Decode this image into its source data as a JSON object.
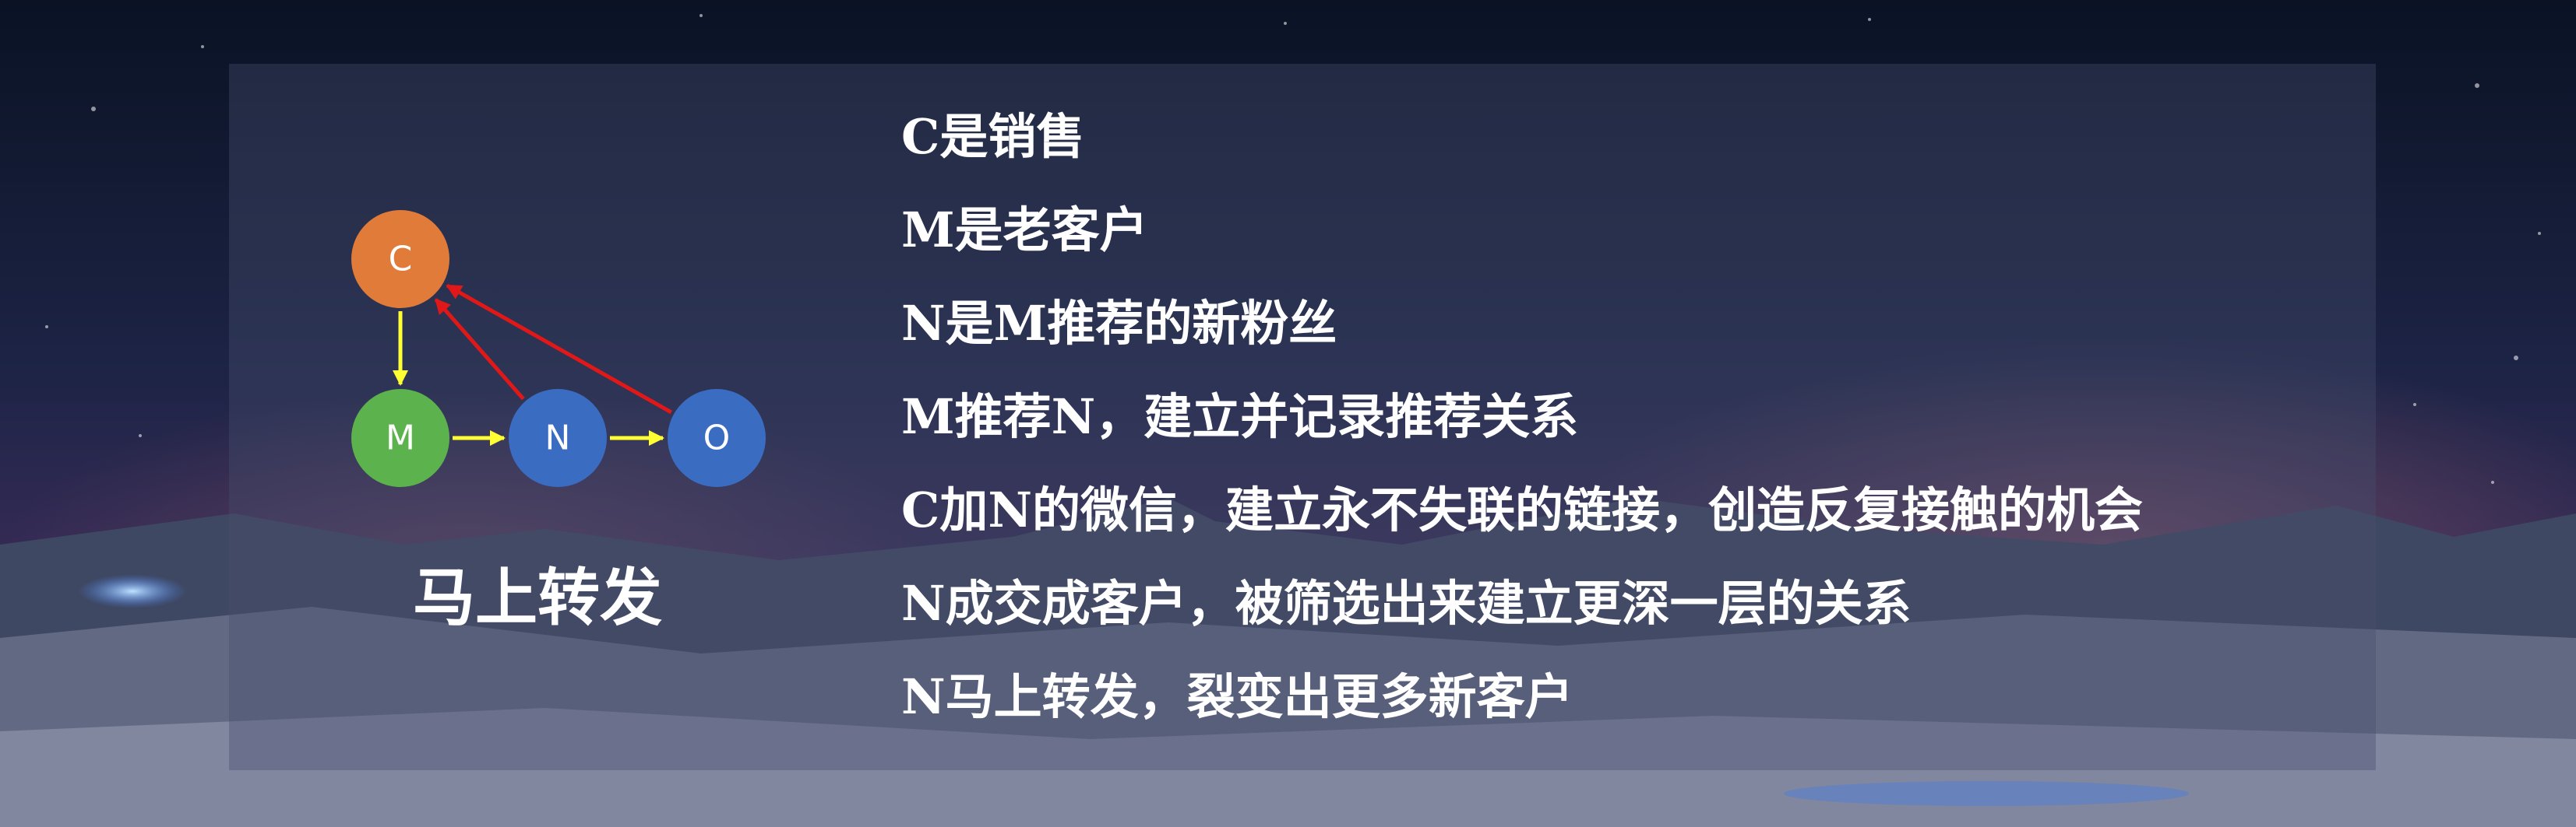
{
  "diagram": {
    "nodes": [
      {
        "id": "C",
        "label": "C",
        "color": "#e07b39"
      },
      {
        "id": "M",
        "label": "M",
        "color": "#5cb24d"
      },
      {
        "id": "N",
        "label": "N",
        "color": "#3a6cc2"
      },
      {
        "id": "O",
        "label": "O",
        "color": "#3a6cc2"
      }
    ],
    "edges": [
      {
        "from": "C",
        "to": "M",
        "color": "#ffff33"
      },
      {
        "from": "M",
        "to": "N",
        "color": "#ffff33"
      },
      {
        "from": "N",
        "to": "O",
        "color": "#ffff33"
      },
      {
        "from": "N",
        "to": "C",
        "color": "#e01818"
      },
      {
        "from": "O",
        "to": "C",
        "color": "#e01818"
      }
    ]
  },
  "caption": "马上转发",
  "lines": [
    "C是销售",
    "M是老客户",
    "N是M推荐的新粉丝",
    "M推荐N，建立并记录推荐关系",
    "C加N的微信，建立永不失联的链接，创造反复接触的机会",
    "N成交成客户，被筛选出来建立更深一层的关系",
    "N马上转发，裂变出更多新客户"
  ]
}
